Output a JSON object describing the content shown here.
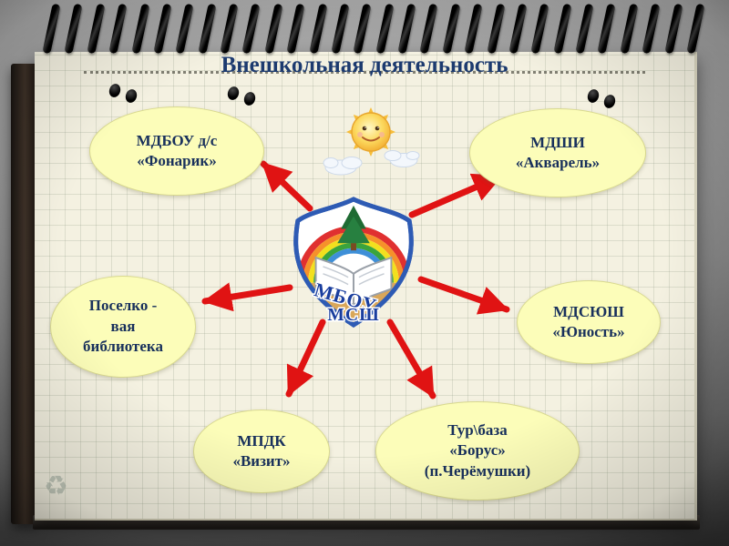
{
  "slide": {
    "title": "Внешкольная деятельность"
  },
  "emblem": {
    "line1": "МБОУ",
    "line2": "МСШ"
  },
  "nodes": [
    {
      "lines": [
        "МДБОУ д/с",
        "«Фонарик»"
      ]
    },
    {
      "lines": [
        "МДШИ",
        "«Акварель»"
      ]
    },
    {
      "lines": [
        "Поселко -",
        "вая",
        "библиотека"
      ]
    },
    {
      "lines": [
        "МДСЮШ",
        "«Юность»"
      ]
    },
    {
      "lines": [
        "МПДК",
        "«Визит»"
      ]
    },
    {
      "lines": [
        "Тур\\база",
        "«Борус»",
        "(п.Черёмушки)"
      ]
    }
  ],
  "colors": {
    "paper": "#f4f1e1",
    "node_fill": "#fcfdb9",
    "node_border": "#d9d98f",
    "node_text": "#18305c",
    "title_text": "#1c3a6f",
    "arrow": "#e01313"
  }
}
